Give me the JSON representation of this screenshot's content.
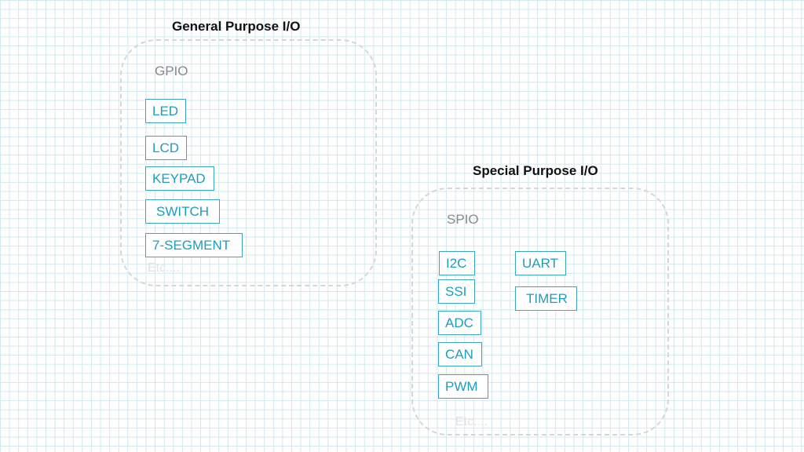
{
  "gpio_group": {
    "title": "General Purpose I/O",
    "label": "GPIO",
    "items": [
      "LED",
      "LCD",
      "KEYPAD",
      "SWITCH",
      "7-SEGMENT"
    ],
    "etc": "Etc...."
  },
  "spio_group": {
    "title": "Special Purpose I/O",
    "label": "SPIO",
    "items_left": [
      "I2C",
      "SSI",
      "ADC",
      "CAN",
      "PWM"
    ],
    "items_right": [
      "UART",
      "TIMER"
    ],
    "etc": "Etc...."
  },
  "colors": {
    "chip_border": "#3aa6c2",
    "chip_text": "#1c9dc0",
    "group_border": "#d6d6d6",
    "label_text": "#8a8a8a",
    "grid": "#cfe9ee"
  }
}
